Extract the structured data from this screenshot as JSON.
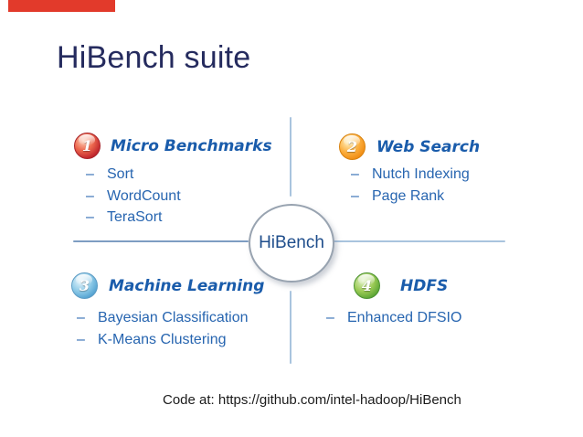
{
  "slide": {
    "title": "HiBench suite",
    "footer_caption": "Code at: https://github.com/intel-hadoop/HiBench"
  },
  "center_node": {
    "label": "HiBench"
  },
  "bullet_char": "–",
  "quadrants": [
    {
      "number": "1",
      "label": "Micro Benchmarks",
      "items": [
        "Sort",
        "WordCount",
        "TeraSort"
      ]
    },
    {
      "number": "2",
      "label": "Web Search",
      "items": [
        "Nutch Indexing",
        "Page Rank"
      ]
    },
    {
      "number": "3",
      "label": "Machine Learning",
      "items": [
        "Bayesian Classification",
        "K-Means Clustering"
      ]
    },
    {
      "number": "4",
      "label": "HDFS",
      "items": [
        "Enhanced DFSIO"
      ]
    }
  ],
  "colors": {
    "accent_bar": "#e23a2b",
    "title_text": "#252b5e",
    "heading_text": "#1a5cab",
    "item_text": "#2765b0",
    "center_text": "#1f4e8c",
    "divider_blue": "#a9c4de",
    "badge_1_red": "#c1272d",
    "badge_2_orange": "#f49a1c",
    "badge_3_blue": "#5ba4d0",
    "badge_4_green": "#57a232",
    "footer_text": "#1b1b1b"
  }
}
